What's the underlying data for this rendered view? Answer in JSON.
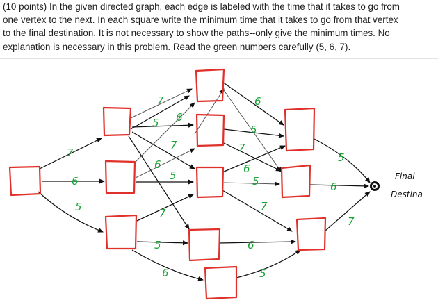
{
  "prompt": {
    "line1": "(10 points) In the given directed graph, each edge is labeled with the time that it takes to go from",
    "line2": "one vertex to the next. In each square write the minimum time that it takes to go from that vertex",
    "line3": "to the final destination. It is not necessary to show the paths--only give the minimum times. No",
    "line4": "explanation is necessary in this problem. Read the green numbers carefully (5, 6, 7)."
  },
  "graph": {
    "node_color": "#e0302a",
    "label_color": "#1aa336",
    "destination": {
      "line1": "Final",
      "line2": "Destina"
    },
    "weights": {
      "start_to_top": "7",
      "start_to_mid": "6",
      "start_to_bottom": "5",
      "top_to_upper": "7",
      "top_to_second": "5",
      "top_cross_6": "6",
      "top_to_center_7": "7",
      "mid_cross_6": "6",
      "mid_to_center": "5",
      "bottom_to_lower": "7",
      "bottom_to_lowmid": "5",
      "bottom_to_lowest": "6",
      "upper_to_right_top": "6",
      "second_to_right_top": "5",
      "second_to_right_mid": "7",
      "center_to_right_mid_6": "6",
      "center_to_right_mid_5": "5",
      "center_to_right_bottom": "7",
      "lowmid_to_right_bottom": "6",
      "lowest_to_right_bottom": "5",
      "right_top_to_dest": "5",
      "right_mid_to_dest": "6",
      "right_bottom_to_dest": "7"
    }
  }
}
